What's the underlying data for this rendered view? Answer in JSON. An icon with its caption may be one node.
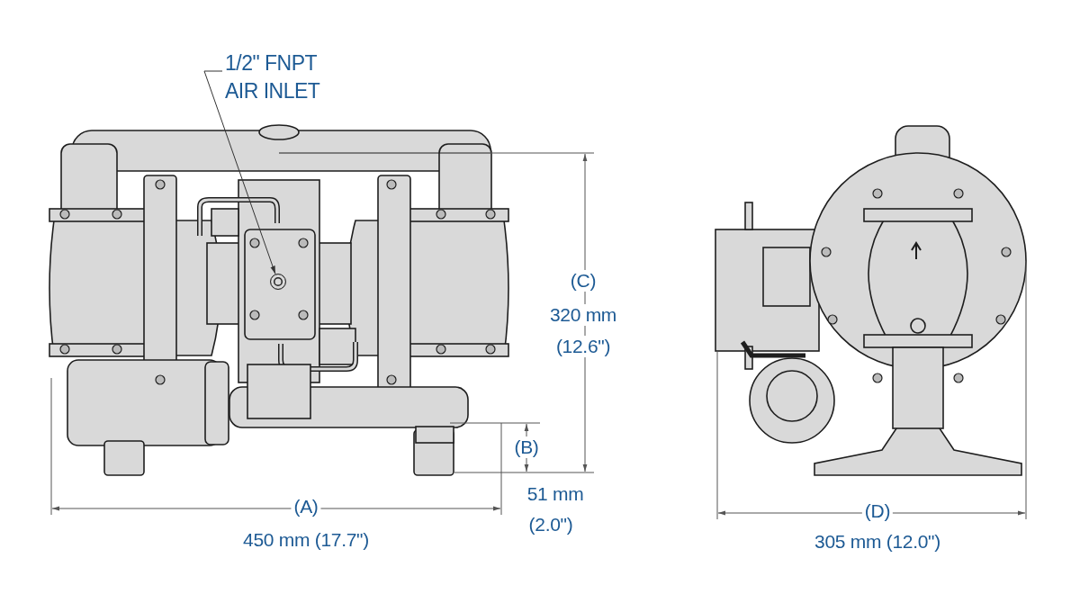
{
  "diagram": {
    "nodes": [
      {
        "text": [
          "1/2\" FNPT AIR INLET"
        ]
      },
      {
        "text": [],
        "shape": "circle"
      }
    ],
    "edges": [
      {
        "from": 0,
        "to": 1,
        "arrow": "to"
      }
    ],
    "labels": [
      "(C)",
      "320 mm",
      "(12.6\")",
      "(B)",
      "(A)",
      "51 mm",
      "(D)",
      "450 mm (17.7\")",
      "(2.0\")",
      "305 mm (12.0\")"
    ]
  }
}
